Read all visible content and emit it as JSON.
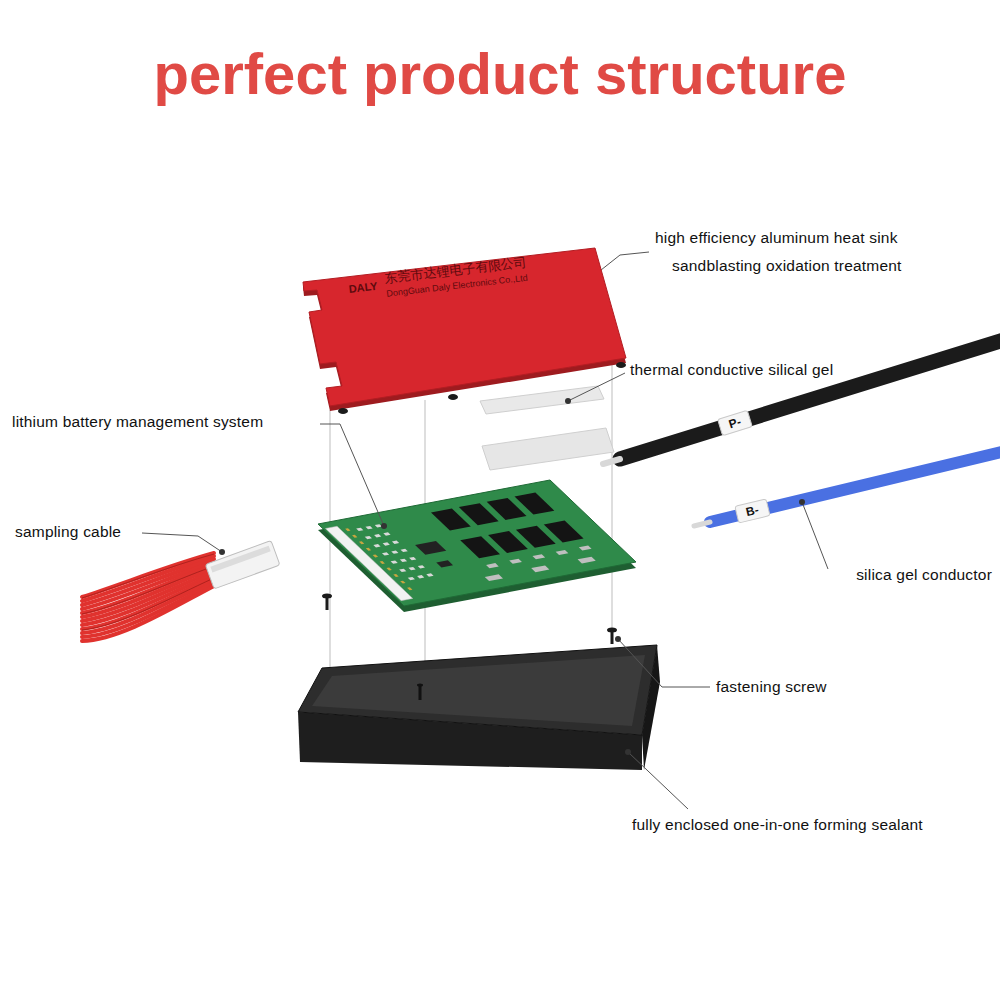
{
  "diagram": {
    "title": "perfect product structure",
    "nodes": [
      {
        "text": [
          "DALY",
          "东莞市达锂电子有限公司",
          "DongGuan Daly Electronics Co.,Ltd"
        ]
      },
      {
        "text": [
          "P-"
        ]
      },
      {
        "text": [
          "B-"
        ]
      }
    ],
    "labels": [
      "high efficiency aluminum heat sink",
      "sandblasting oxidation treatment",
      "thermal conductive silical gel",
      "lithium battery management system",
      "sampling cable",
      "silica gel conductor",
      "fastening screw",
      "fully enclosed one-in-one forming sealant"
    ]
  }
}
